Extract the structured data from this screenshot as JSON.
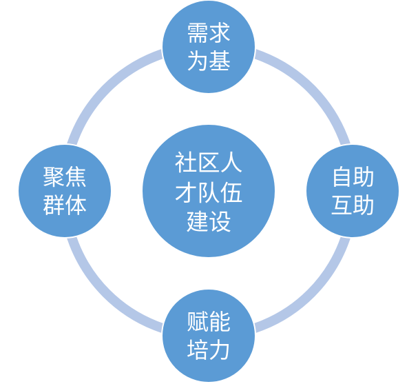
{
  "colors": {
    "node_fill": "#5B9BD5",
    "node_stroke": "#ffffff",
    "ring": "#B4C7E7",
    "text": "#ffffff"
  },
  "center": {
    "lines": [
      "社区人",
      "才队伍",
      "建设"
    ]
  },
  "nodes": [
    {
      "position": "top",
      "lines": [
        "需求",
        "为基"
      ]
    },
    {
      "position": "right",
      "lines": [
        "自助",
        "互助"
      ]
    },
    {
      "position": "bottom",
      "lines": [
        "赋能",
        "培力"
      ]
    },
    {
      "position": "left",
      "lines": [
        "聚焦",
        "群体"
      ]
    }
  ]
}
